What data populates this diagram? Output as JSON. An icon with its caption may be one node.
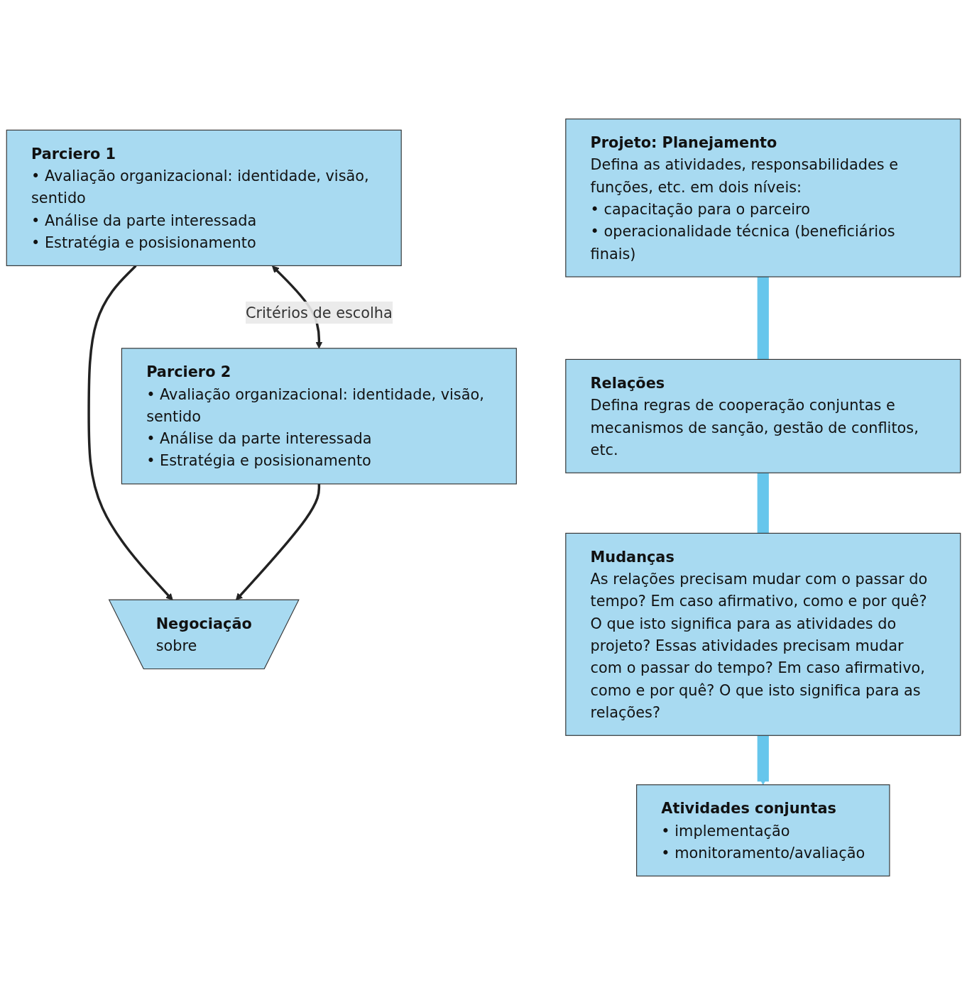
{
  "diagram": {
    "nodes": [
      {
        "text": [
          "Parciero 1",
          "• Avaliação organizacional: identidade, visão, sentido",
          "• Análise da parte interessada",
          "• Estratégia e posisionamento"
        ]
      },
      {
        "text": [
          "Parciero 2",
          "• Avaliação organizacional: identidade, visão, sentido",
          "• Análise da parte interessada",
          "• Estratégia e posisionamento"
        ]
      },
      {
        "text": [
          "Negociação",
          "sobre"
        ]
      },
      {
        "text": [
          "Projeto: Planejamento",
          "Defina as atividades, responsabilidades e funções, etc. em dois níveis:",
          "• capacitação para o parceiro",
          "• operacionalidade técnica (beneficiários finais)"
        ]
      },
      {
        "text": [
          "Relações",
          "Defina regras de cooperação conjuntas e mecanismos de sanção, gestão de conflitos, etc."
        ]
      },
      {
        "text": [
          "Mudanças",
          "As relações precisam mudar com o passar do tempo? Em caso afirmativo, como e por quê? O que isto significa para as atividades do projeto? Essas atividades precisam mudar com o passar do tempo? Em caso afirmativo, como e por quê? O que isto significa para as relações?"
        ]
      },
      {
        "text": [
          "Atividades conjuntas",
          "• implementação",
          "• monitoramento/avaliação"
        ]
      }
    ],
    "edges": [
      {
        "from": 0,
        "to": 1,
        "arrow": "both",
        "label": "Critérios de escolha"
      },
      {
        "from": 0,
        "to": 2,
        "arrow": "to"
      },
      {
        "from": 1,
        "to": 2,
        "arrow": "to"
      },
      {
        "from": 3,
        "to": 4,
        "arrow": "none",
        "style": "thick",
        "color": "#66c6ec"
      },
      {
        "from": 4,
        "to": 5,
        "arrow": "none",
        "style": "thick",
        "color": "#66c6ec"
      },
      {
        "from": 5,
        "to": 6,
        "arrow": "to",
        "style": "thick",
        "color": "#66c6ec"
      }
    ]
  }
}
